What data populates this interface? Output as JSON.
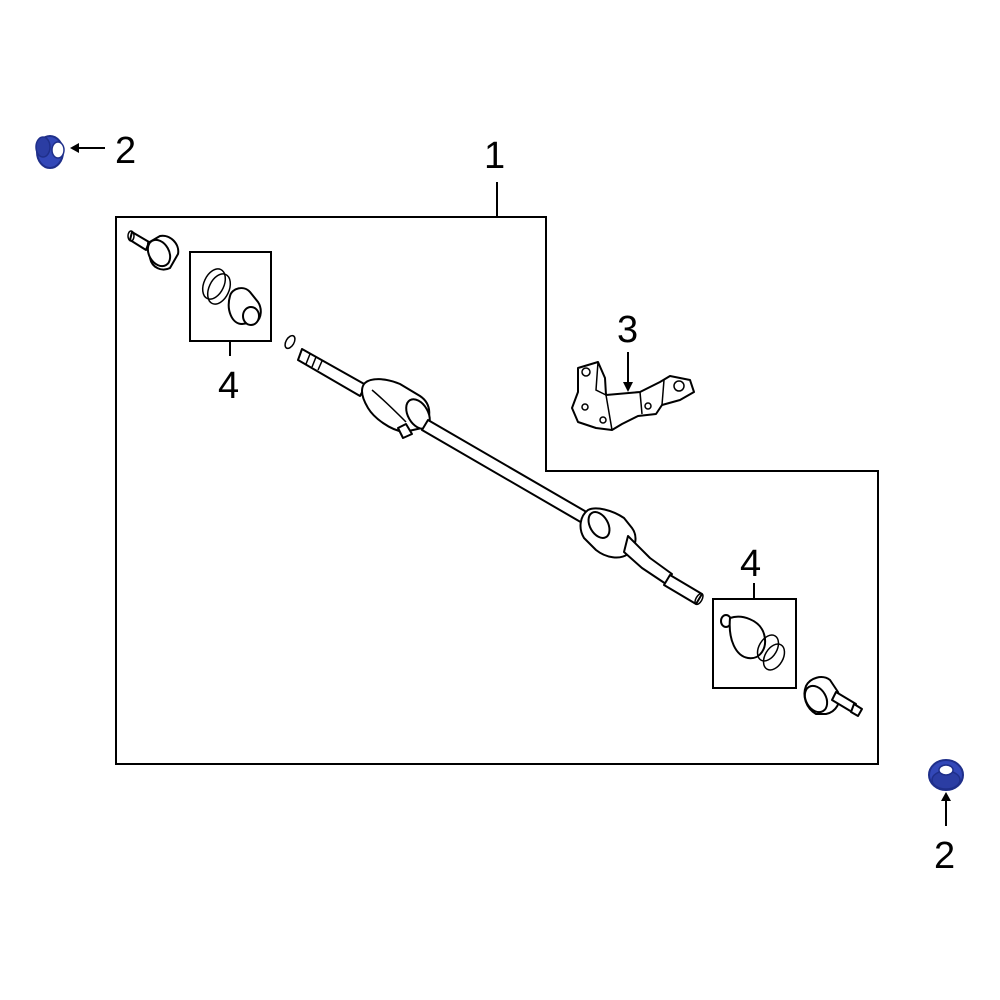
{
  "callouts": {
    "shaft_assembly": "1",
    "nut_top_left": "2",
    "nut_bottom_right": "2",
    "bracket": "3",
    "boot_kit_inner": "4",
    "boot_kit_outer": "4"
  },
  "colors": {
    "highlight_part": "#3348b8",
    "highlight_part_dark": "#1f2f8a",
    "line": "#000000",
    "background": "#ffffff"
  }
}
